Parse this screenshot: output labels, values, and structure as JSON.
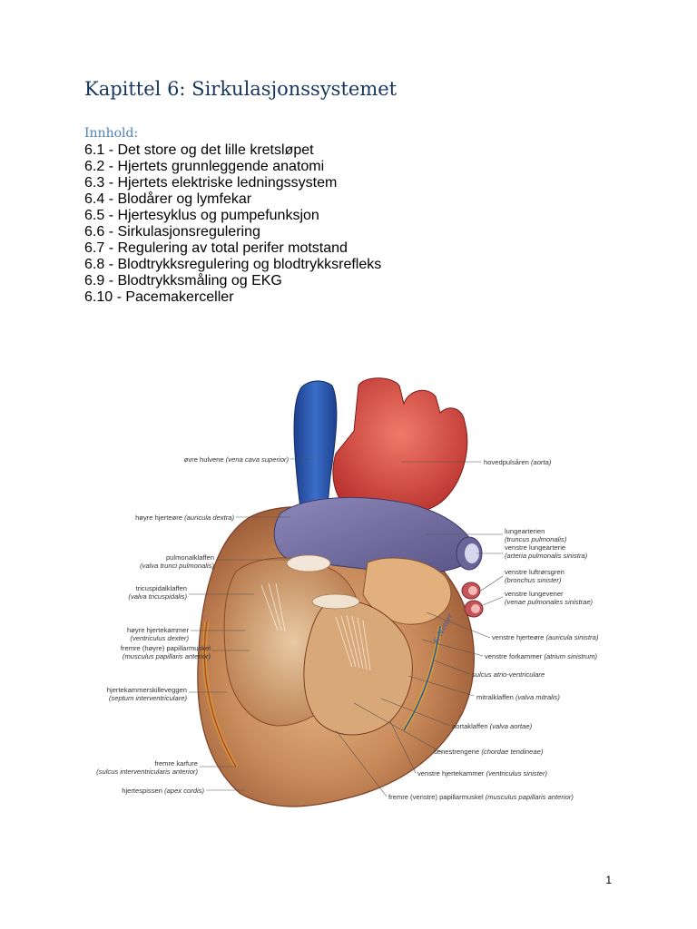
{
  "document": {
    "title": "Kapittel 6: Sirkulasjonssystemet",
    "toc_heading": "Innhold:",
    "toc": [
      "6.1 - Det store og det lille kretsløpet",
      "6.2 - Hjertets grunnleggende anatomi",
      "6.3 - Hjertets elektriske ledningssystem",
      "6.4 - Blodårer og lymfekar",
      "6.5 - Hjertesyklus og pumpefunksjon",
      "6.6 - Sirkulasjonsregulering",
      "6.7 - Regulering av total perifer motstand",
      "6.8 - Blodtrykksregulering og blodtrykksrefleks",
      "6.9 - Blodtrykksmåling og EKG",
      "6.10 - Pacemakerceller"
    ],
    "page_number": "1"
  },
  "figure": {
    "signature": "F. Netter / Frank H. Netter",
    "labels_left": [
      {
        "name": "øvre hulvene",
        "latin": "(vena cava superior)"
      },
      {
        "name": "høyre hjerteøre",
        "latin": "(auricula dextra)"
      },
      {
        "name": "pulmonalklaffen",
        "latin": "(valva trunci pulmonalis)"
      },
      {
        "name": "tricuspidalklaffen",
        "latin": "(valva tricuspidalis)"
      },
      {
        "name": "høyre hjertekammer",
        "latin": "(ventriculus dexter)"
      },
      {
        "name": "fremre (høyre) papillarmuskel",
        "latin": "(musculus papillaris anterior)"
      },
      {
        "name": "hjertekammerskilleveggen",
        "latin": "(septum interventriculare)"
      },
      {
        "name": "fremre karfure",
        "latin": "(sulcus interventricularis anterior)"
      },
      {
        "name": "hjertespissen",
        "latin": "(apex cordis)"
      }
    ],
    "labels_right": [
      {
        "name": "hovedpulsåren",
        "latin": "(aorta)"
      },
      {
        "name": "lungearterien",
        "latin": "(truncus pulmonalis)"
      },
      {
        "name": "venstre lungearterie",
        "latin": "(arteria pulmonalis sinistra)"
      },
      {
        "name": "venstre luftrørsgren",
        "latin": "(bronchus sinister)"
      },
      {
        "name": "venstre lungevener",
        "latin": "(venae pulmonales sinistrae)"
      },
      {
        "name": "venstre hjerteøre",
        "latin": "(auricula sinistra)"
      },
      {
        "name": "venstre forkammer",
        "latin": "(atrium sinistrum)"
      },
      {
        "name": "",
        "latin": "sulcus atrio-ventriculare"
      },
      {
        "name": "mitralklaffen",
        "latin": "(valva mitralis)"
      },
      {
        "name": "aortaklaffen",
        "latin": "(valva aortae)"
      },
      {
        "name": "senestrengene",
        "latin": "(chordae tendineae)"
      },
      {
        "name": "venstre hjertekammer",
        "latin": "(ventriculus sinister)"
      },
      {
        "name": "fremre (venstre) papillarmuskel",
        "latin": "(musculus papillaris anterior)"
      }
    ]
  }
}
